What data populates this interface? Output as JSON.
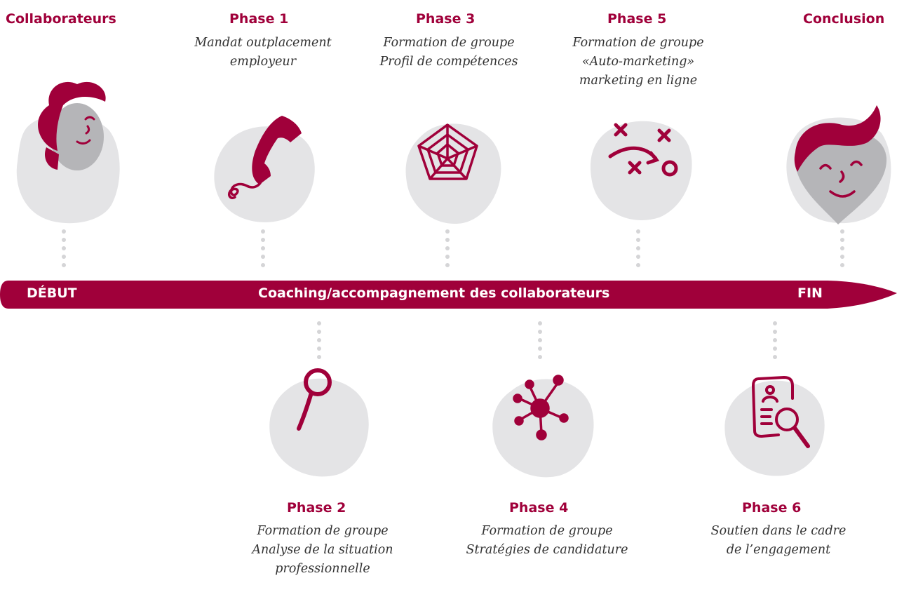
{
  "colors": {
    "accent": "#a0003a",
    "blob": "#e4e4e6",
    "face": "#b5b5b8",
    "text": "#333333"
  },
  "stages": {
    "collaborateurs": {
      "title": "Collaborateurs",
      "icon": "person-icon"
    },
    "phase1": {
      "title": "Phase 1",
      "lines": [
        "Mandat outplacement",
        "employeur"
      ],
      "icon": "telephone-icon"
    },
    "phase2": {
      "title": "Phase 2",
      "lines": [
        "Formation de groupe",
        "Analyse de la situation",
        "professionnelle"
      ],
      "icon": "magnifier-icon"
    },
    "phase3": {
      "title": "Phase 3",
      "lines": [
        "Formation de groupe",
        "Profil de compétences"
      ],
      "icon": "radar-chart-icon"
    },
    "phase4": {
      "title": "Phase 4",
      "lines": [
        "Formation de groupe",
        "Stratégies de candidature"
      ],
      "icon": "network-icon"
    },
    "phase5": {
      "title": "Phase 5",
      "lines": [
        "Formation de groupe",
        "«Auto-marketing»",
        "marketing en ligne"
      ],
      "icon": "strategy-plan-icon"
    },
    "phase6": {
      "title": "Phase 6",
      "lines": [
        "Soutien dans le cadre",
        "de l’engagement"
      ],
      "icon": "document-search-icon"
    },
    "conclusion": {
      "title": "Conclusion",
      "icon": "happy-heart-icon"
    }
  },
  "timeline": {
    "start": "DÉBUT",
    "middle": "Coaching/accompagnement des collaborateurs",
    "end": "FIN"
  }
}
